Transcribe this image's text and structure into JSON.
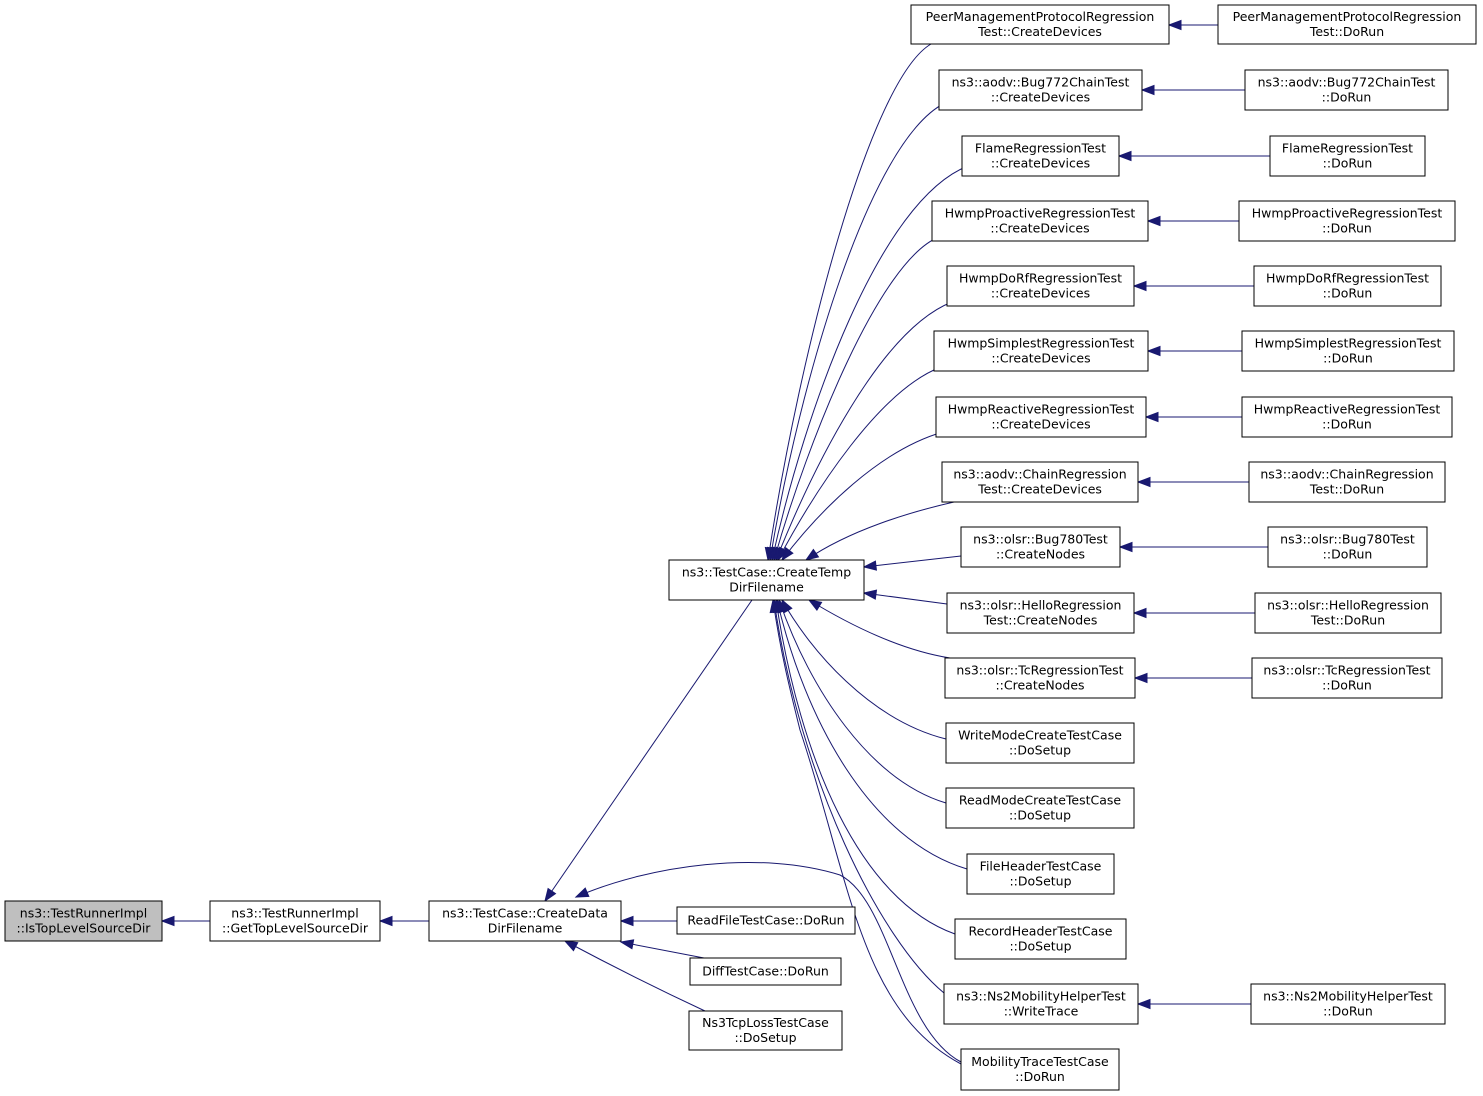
{
  "nodes": [
    {
      "id": "n0",
      "lines": [
        "ns3::TestRunnerImpl",
        "::IsTopLevelSourceDir"
      ],
      "current": true
    },
    {
      "id": "n1",
      "lines": [
        "ns3::TestRunnerImpl",
        "::GetTopLevelSourceDir"
      ]
    },
    {
      "id": "n2",
      "lines": [
        "ns3::TestCase::CreateData",
        "DirFilename"
      ]
    },
    {
      "id": "n3",
      "lines": [
        "ns3::TestCase::CreateTemp",
        "DirFilename"
      ]
    },
    {
      "id": "n4",
      "lines": [
        "ReadFileTestCase::DoRun"
      ]
    },
    {
      "id": "n5",
      "lines": [
        "DiffTestCase::DoRun"
      ]
    },
    {
      "id": "n6",
      "lines": [
        "Ns3TcpLossTestCase",
        "::DoSetup"
      ]
    },
    {
      "id": "n7",
      "lines": [
        "MobilityTraceTestCase",
        "::DoRun"
      ]
    },
    {
      "id": "c1",
      "lines": [
        "PeerManagementProtocolRegression",
        "Test::CreateDevices"
      ]
    },
    {
      "id": "c2",
      "lines": [
        "ns3::aodv::Bug772ChainTest",
        "::CreateDevices"
      ]
    },
    {
      "id": "c3",
      "lines": [
        "FlameRegressionTest",
        "::CreateDevices"
      ]
    },
    {
      "id": "c4",
      "lines": [
        "HwmpProactiveRegressionTest",
        "::CreateDevices"
      ]
    },
    {
      "id": "c5",
      "lines": [
        "HwmpDoRfRegressionTest",
        "::CreateDevices"
      ]
    },
    {
      "id": "c6",
      "lines": [
        "HwmpSimplestRegressionTest",
        "::CreateDevices"
      ]
    },
    {
      "id": "c7",
      "lines": [
        "HwmpReactiveRegressionTest",
        "::CreateDevices"
      ]
    },
    {
      "id": "c8",
      "lines": [
        "ns3::aodv::ChainRegression",
        "Test::CreateDevices"
      ]
    },
    {
      "id": "c9",
      "lines": [
        "ns3::olsr::Bug780Test",
        "::CreateNodes"
      ]
    },
    {
      "id": "c10",
      "lines": [
        "ns3::olsr::HelloRegression",
        "Test::CreateNodes"
      ]
    },
    {
      "id": "c11",
      "lines": [
        "ns3::olsr::TcRegressionTest",
        "::CreateNodes"
      ]
    },
    {
      "id": "c12",
      "lines": [
        "WriteModeCreateTestCase",
        "::DoSetup"
      ]
    },
    {
      "id": "c13",
      "lines": [
        "ReadModeCreateTestCase",
        "::DoSetup"
      ]
    },
    {
      "id": "c14",
      "lines": [
        "FileHeaderTestCase",
        "::DoSetup"
      ]
    },
    {
      "id": "c15",
      "lines": [
        "RecordHeaderTestCase",
        "::DoSetup"
      ]
    },
    {
      "id": "c16",
      "lines": [
        "ns3::Ns2MobilityHelperTest",
        "::WriteTrace"
      ]
    },
    {
      "id": "d1",
      "lines": [
        "PeerManagementProtocolRegression",
        "Test::DoRun"
      ]
    },
    {
      "id": "d2",
      "lines": [
        "ns3::aodv::Bug772ChainTest",
        "::DoRun"
      ]
    },
    {
      "id": "d3",
      "lines": [
        "FlameRegressionTest",
        "::DoRun"
      ]
    },
    {
      "id": "d4",
      "lines": [
        "HwmpProactiveRegressionTest",
        "::DoRun"
      ]
    },
    {
      "id": "d5",
      "lines": [
        "HwmpDoRfRegressionTest",
        "::DoRun"
      ]
    },
    {
      "id": "d6",
      "lines": [
        "HwmpSimplestRegressionTest",
        "::DoRun"
      ]
    },
    {
      "id": "d7",
      "lines": [
        "HwmpReactiveRegressionTest",
        "::DoRun"
      ]
    },
    {
      "id": "d8",
      "lines": [
        "ns3::aodv::ChainRegression",
        "Test::DoRun"
      ]
    },
    {
      "id": "d9",
      "lines": [
        "ns3::olsr::Bug780Test",
        "::DoRun"
      ]
    },
    {
      "id": "d10",
      "lines": [
        "ns3::olsr::HelloRegression",
        "Test::DoRun"
      ]
    },
    {
      "id": "d11",
      "lines": [
        "ns3::olsr::TcRegressionTest",
        "::DoRun"
      ]
    },
    {
      "id": "d16",
      "lines": [
        "ns3::Ns2MobilityHelperTest",
        "::DoRun"
      ]
    }
  ],
  "edges": [
    {
      "from": "n1",
      "to": "n0"
    },
    {
      "from": "n2",
      "to": "n1"
    },
    {
      "from": "n3",
      "to": "n2"
    },
    {
      "from": "n4",
      "to": "n2"
    },
    {
      "from": "n5",
      "to": "n2"
    },
    {
      "from": "n6",
      "to": "n2"
    },
    {
      "from": "n7",
      "to": "n2"
    },
    {
      "from": "c1",
      "to": "n3"
    },
    {
      "from": "c2",
      "to": "n3"
    },
    {
      "from": "c3",
      "to": "n3"
    },
    {
      "from": "c4",
      "to": "n3"
    },
    {
      "from": "c5",
      "to": "n3"
    },
    {
      "from": "c6",
      "to": "n3"
    },
    {
      "from": "c7",
      "to": "n3"
    },
    {
      "from": "c8",
      "to": "n3"
    },
    {
      "from": "c9",
      "to": "n3"
    },
    {
      "from": "c10",
      "to": "n3"
    },
    {
      "from": "c11",
      "to": "n3"
    },
    {
      "from": "c12",
      "to": "n3"
    },
    {
      "from": "c13",
      "to": "n3"
    },
    {
      "from": "c14",
      "to": "n3"
    },
    {
      "from": "c15",
      "to": "n3"
    },
    {
      "from": "c16",
      "to": "n3"
    },
    {
      "from": "n7",
      "to": "n3"
    },
    {
      "from": "d1",
      "to": "c1"
    },
    {
      "from": "d2",
      "to": "c2"
    },
    {
      "from": "d3",
      "to": "c3"
    },
    {
      "from": "d4",
      "to": "c4"
    },
    {
      "from": "d5",
      "to": "c5"
    },
    {
      "from": "d6",
      "to": "c6"
    },
    {
      "from": "d7",
      "to": "c7"
    },
    {
      "from": "d8",
      "to": "c8"
    },
    {
      "from": "d9",
      "to": "c9"
    },
    {
      "from": "d10",
      "to": "c10"
    },
    {
      "from": "d11",
      "to": "c11"
    },
    {
      "from": "d16",
      "to": "c16"
    }
  ],
  "colors": {
    "edge": "#191970",
    "current_node_fill": "#bfbfbf",
    "node_fill": "#ffffff",
    "node_border": "#000000"
  }
}
